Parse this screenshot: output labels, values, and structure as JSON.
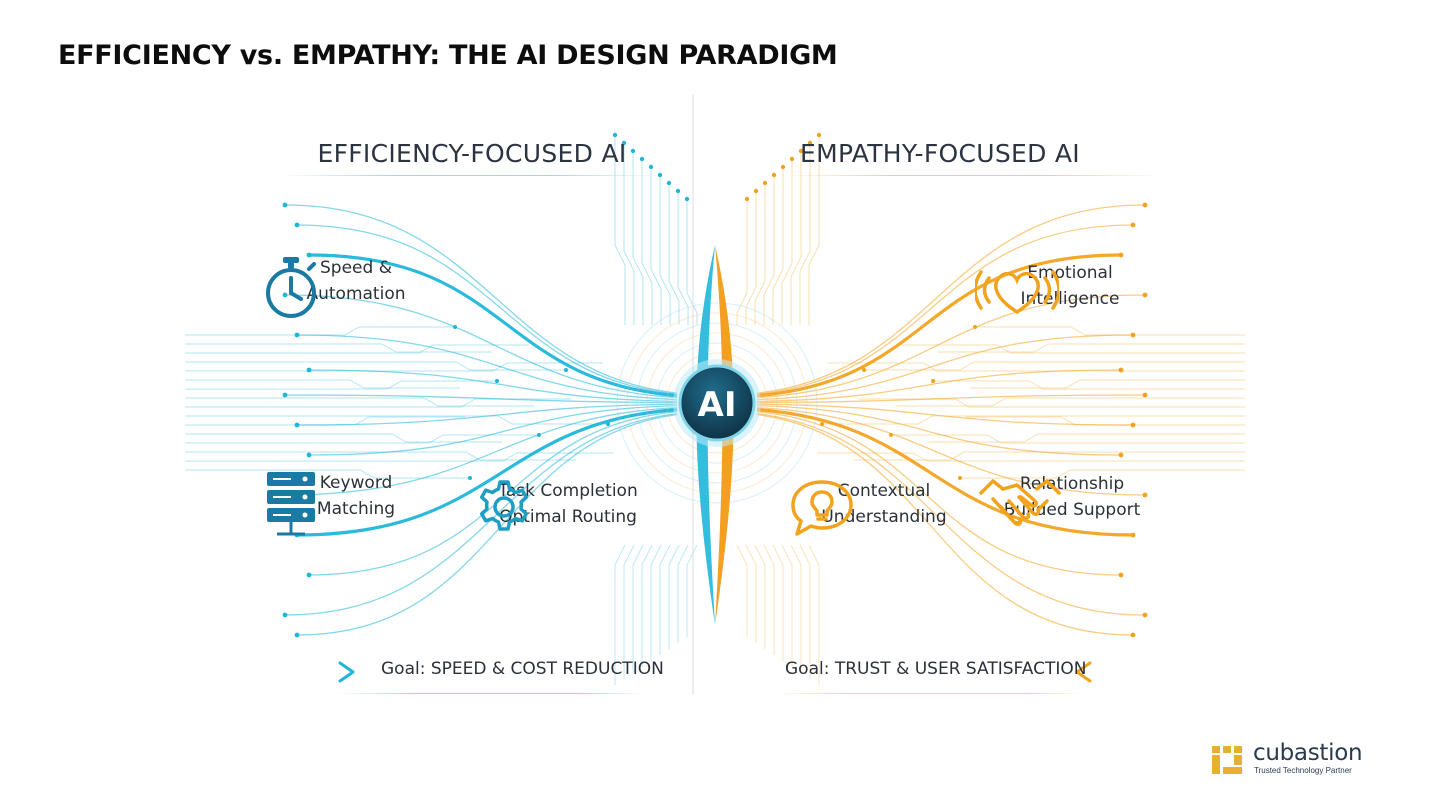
{
  "page": {
    "title": "EFFICIENCY vs. EMPATHY: THE AI DESIGN PARADIGM"
  },
  "diagram": {
    "center_label": "AI",
    "colors": {
      "efficiency": "#1fb6d9",
      "empathy": "#f2a31e",
      "center_dark": "#123a52"
    },
    "left": {
      "heading": "EFFICIENCY-FOCUSED AI",
      "features": [
        {
          "icon": "stopwatch-icon",
          "line1": "Speed &",
          "line2": "Automation"
        },
        {
          "icon": "server-database-icon",
          "line1": "Keyword",
          "line2": "Matching"
        },
        {
          "icon": "gear-icon",
          "line1": "Task Completion",
          "line2": "Optimal Routing"
        }
      ],
      "goal": "Goal: SPEED & COST REDUCTION"
    },
    "right": {
      "heading": "EMPATHY-FOCUSED AI",
      "features": [
        {
          "icon": "heart-waves-icon",
          "line1": "Emotional",
          "line2": "Intelligence"
        },
        {
          "icon": "lightbulb-speech-bubble-icon",
          "line1": "Contextual",
          "line2": "Understanding"
        },
        {
          "icon": "handshake-icon",
          "line1": "Relationship",
          "line2": "Builded Support"
        }
      ],
      "goal": "Goal: TRUST & USER SATISFACTION"
    }
  },
  "brand": {
    "name": "cubastion",
    "tagline": "Trusted Technology Partner",
    "color": "#e8b030"
  }
}
